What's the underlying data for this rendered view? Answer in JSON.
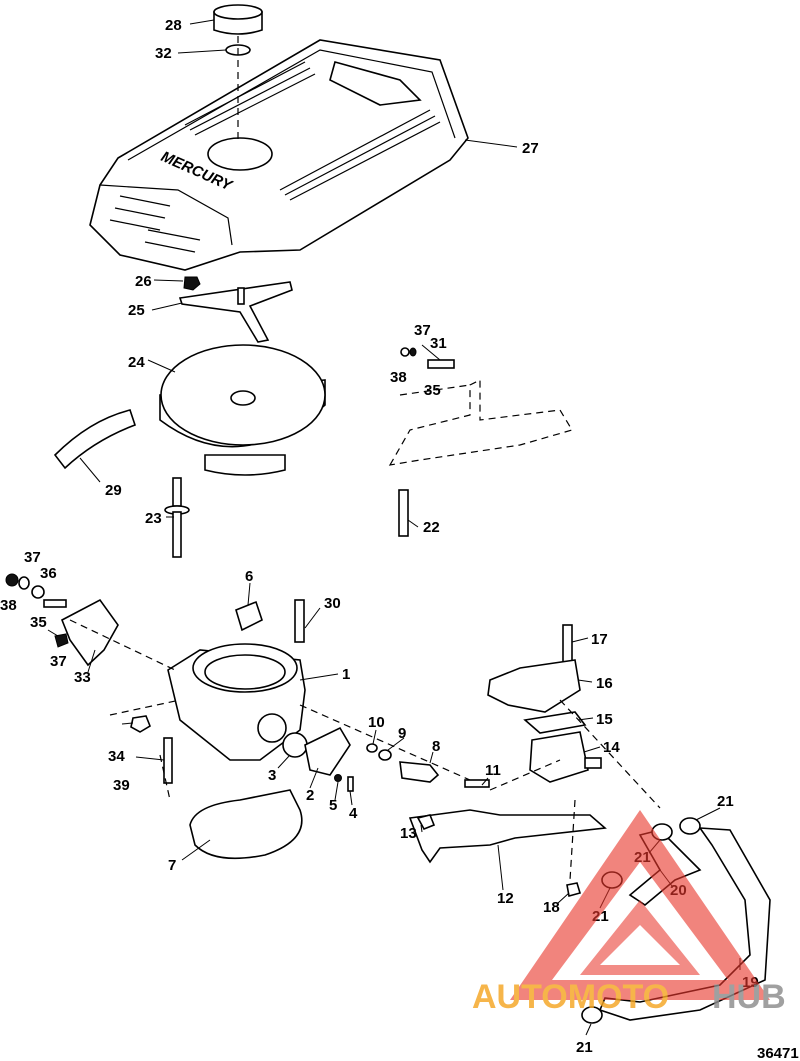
{
  "diagram": {
    "brand_label": "MERCURY",
    "reference_number": "36471",
    "callouts": [
      "1",
      "2",
      "3",
      "4",
      "5",
      "6",
      "7",
      "8",
      "9",
      "10",
      "11",
      "12",
      "13",
      "14",
      "15",
      "16",
      "17",
      "18",
      "19",
      "20",
      "21",
      "21",
      "21",
      "21",
      "21",
      "22",
      "23",
      "24",
      "25",
      "26",
      "27",
      "28",
      "29",
      "30",
      "31",
      "32",
      "33",
      "34",
      "35",
      "35",
      "36",
      "37",
      "37",
      "37",
      "38",
      "38",
      "39"
    ]
  },
  "watermark": {
    "word_part1": "AUTOMOTO",
    "word_part2": "HUB",
    "color_orange": "#f5a623",
    "color_gray": "#8c8c8c",
    "color_red": "#e8372c"
  }
}
